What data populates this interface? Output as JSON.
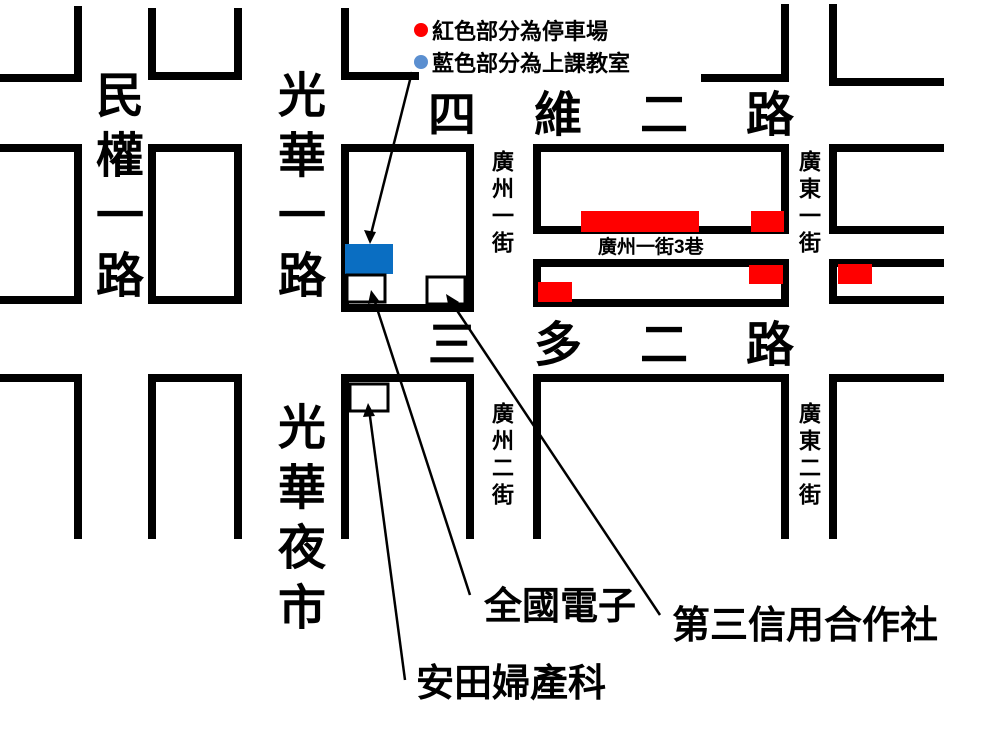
{
  "legend": {
    "parking_color": "#ff0000",
    "parking_text": "紅色部分為停車場",
    "classroom_color": "#5b8fd0",
    "classroom_text": "藍色部分為上課教室"
  },
  "colors": {
    "parking": "#ff0000",
    "classroom": "#0a6ec2",
    "block_outline": "#000000"
  },
  "roads": {
    "minquan": "民權一路",
    "guanghua": "光華一路",
    "weier": "四維二路",
    "sanduo": "三多二路",
    "guangzhou1": "廣州一街",
    "guangzhou2": "廣州二街",
    "guangdong1_north": "廣東一街",
    "guangdong1_south": "廣東二街",
    "alley": "廣州一街3巷",
    "night_market": "光華夜市"
  },
  "landmarks": {
    "electronics": "全國電子",
    "credit_union": "第三信用合作社",
    "clinic": "安田婦產科"
  }
}
